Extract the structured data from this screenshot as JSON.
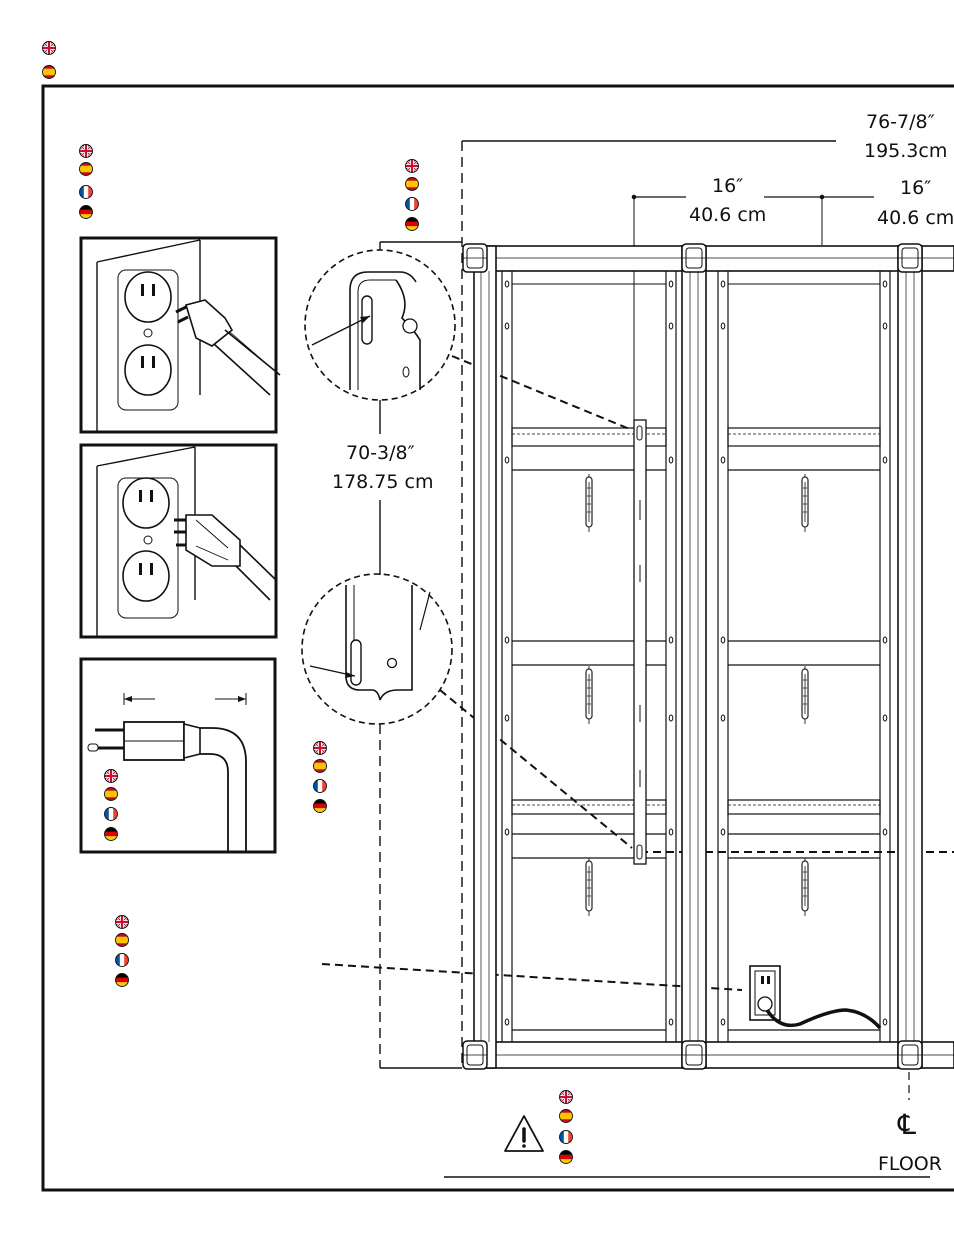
{
  "dimensions": {
    "total_width_in": "76-7/8″",
    "total_width_cm": "195.3cm",
    "bay1_width_in": "16″",
    "bay1_width_cm": "40.6 cm",
    "bay2_width_in": "16″",
    "bay2_width_cm": "40.6 cm",
    "height_in": "70-3/8″",
    "height_cm": "178.75 cm"
  },
  "floor_label": "FLOOR",
  "centerline_symbol": "℄",
  "flag_icons": [
    "uk-flag-icon",
    "spain-flag-icon",
    "france-flag-icon",
    "germany-flag-icon"
  ],
  "colors": {
    "line": "#111111",
    "uk_blue": "#1b2a6b",
    "uk_red": "#c8102e",
    "es_red": "#c60b1e",
    "es_yellow": "#ffc400",
    "fr_blue": "#0055a4",
    "de_gold": "#ffce00"
  }
}
